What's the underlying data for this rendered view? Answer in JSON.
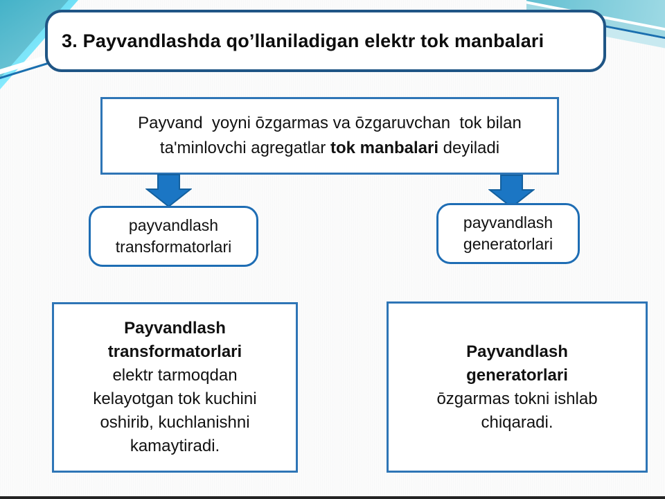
{
  "slide": {
    "title": "3. Payvandlashda qo’llaniladigan elektr tok manbalari",
    "definition": {
      "line1": "Payvand  yoyni ōzgarmas va ōzgaruvchan  tok bilan",
      "line2_prefix": "ta'minlovchi agregatlar ",
      "line2_bold": "tok manbalari",
      "line2_suffix": " deyiladi"
    },
    "branches": {
      "left_label": "payvandlash transformatorlari",
      "right_label": "payvandlash generatorlari"
    },
    "details": {
      "left": {
        "heading": "Payvandlash transformatorlari",
        "body": "elektr tarmoqdan kelayotgan tok kuchini oshirib, kuchlanishni kamaytiradi."
      },
      "right": {
        "heading": "Payvandlash generatorlari",
        "body": "ōzgarmas tokni ishlab chiqaradi."
      }
    },
    "colors": {
      "accent_navy": "#1f5585",
      "box_border_blue": "#2e75b6",
      "pill_border_blue": "#1e6db4",
      "arrow_fill": "#1b76c4",
      "arrow_stroke": "#14609e",
      "teal_dark": "#44b2c8",
      "teal_light": "#a6dde7",
      "accent_line_blue": "#1a6faf",
      "bottom_bar": "#242424"
    }
  }
}
